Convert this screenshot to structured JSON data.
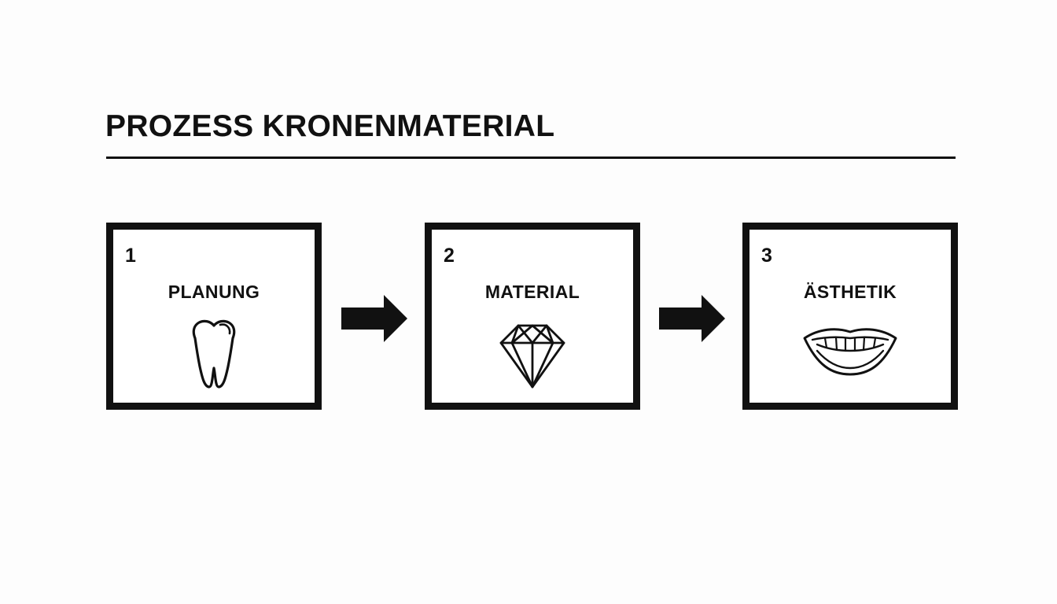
{
  "title": "PROZESS KRONENMATERIAL",
  "steps": [
    {
      "number": "1",
      "label": "PLANUNG",
      "icon": "tooth-icon"
    },
    {
      "number": "2",
      "label": "MATERIAL",
      "icon": "diamond-icon"
    },
    {
      "number": "3",
      "label": "ÄSTHETIK",
      "icon": "smile-icon"
    }
  ],
  "colors": {
    "ink": "#111111",
    "background": "#fdfdfd"
  }
}
